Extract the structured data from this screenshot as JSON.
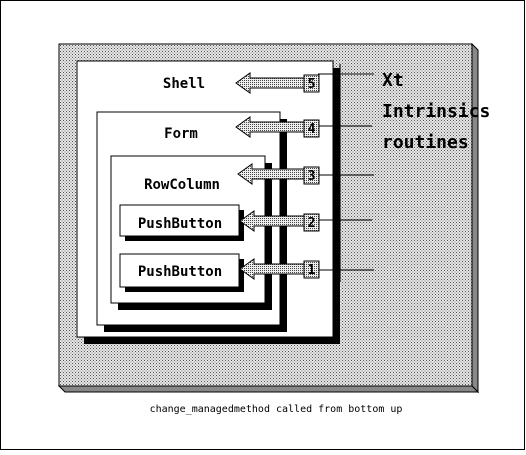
{
  "diagram": {
    "widgets": {
      "shell": "Shell",
      "form": "Form",
      "rowcolumn": "RowColumn",
      "pushbutton_top": "PushButton",
      "pushbutton_bottom": "PushButton"
    },
    "steps": [
      "5",
      "4",
      "3",
      "2",
      "1"
    ],
    "xt_label_lines": [
      "Xt",
      "Intrinsics",
      "routines"
    ],
    "caption": "change_managedmethod called from bottom up",
    "colors": {
      "stroke": "#000000",
      "fill": "#ffffff",
      "shade": "#b8b8b8"
    }
  }
}
